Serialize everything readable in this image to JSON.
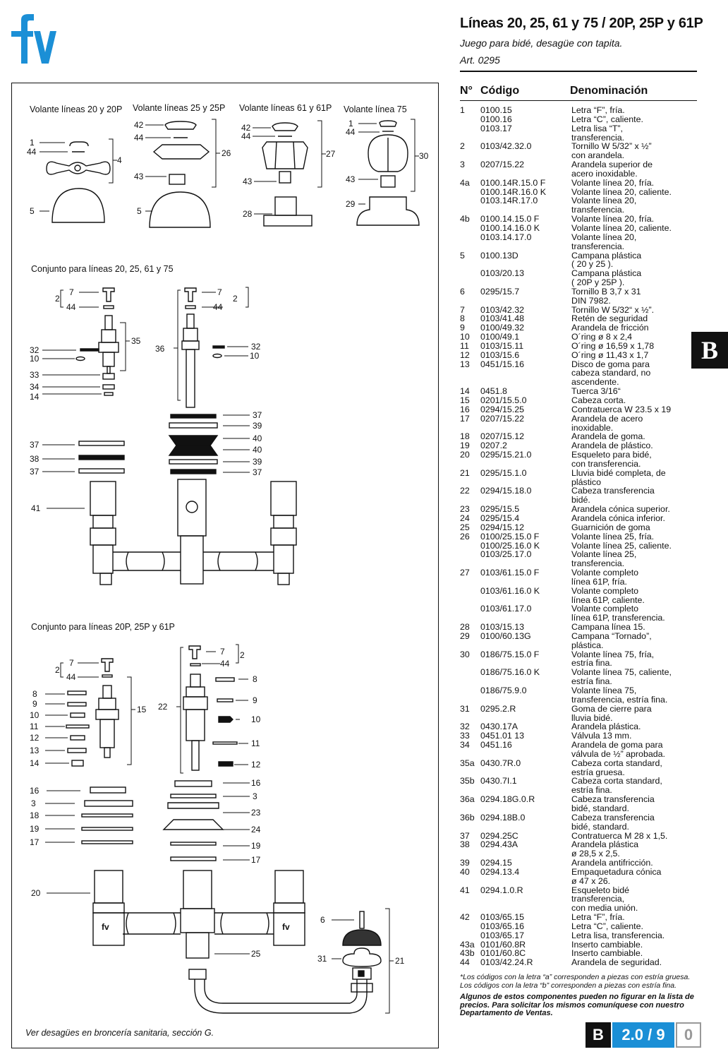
{
  "brand": {
    "logo_text": "fv",
    "color": "#1b8fd6"
  },
  "header": {
    "title": "Líneas 20, 25, 61 y 75 / 20P, 25P y 61P",
    "subtitle": "Juego para bidé, desagüe con tapita.",
    "article": "Art. 0295"
  },
  "diagram": {
    "sections": {
      "v20": "Volante líneas 20 y 20P",
      "v25": "Volante líneas 25 y 25P",
      "v61": "Volante líneas 61 y 61P",
      "v75": "Volante línea 75",
      "set1": "Conjunto para líneas 20, 25, 61 y 75",
      "set2": "Conjunto para líneas 20P, 25P y 61P"
    },
    "footer_note": "Ver desagües en broncería sanitaria, sección G."
  },
  "table": {
    "headers": [
      "N°",
      "Código",
      "Denominación"
    ],
    "rows": [
      [
        "1",
        "0100.15",
        "Letra “F”, fría."
      ],
      [
        "",
        "0100.16",
        "Letra “C”, caliente."
      ],
      [
        "",
        "0103.17",
        "Letra lisa “T”,"
      ],
      [
        "",
        "",
        "transferencia."
      ],
      [
        "2",
        "0103/42.32.0",
        "Tornillo W 5/32” x ½”"
      ],
      [
        "",
        "",
        "con arandela."
      ],
      [
        "3",
        "0207/15.22",
        "Arandela superior de"
      ],
      [
        "",
        "",
        "acero inoxidable."
      ],
      [
        "4a",
        "0100.14R.15.0 F",
        "Volante línea 20, fría."
      ],
      [
        "",
        "0100.14R.16.0 K",
        "Volante línea 20, caliente."
      ],
      [
        "",
        "0103.14R.17.0",
        "Volante línea 20,"
      ],
      [
        "",
        "",
        "transferencia."
      ],
      [
        "4b",
        "0100.14.15.0 F",
        "Volante línea 20, fría."
      ],
      [
        "",
        "0100.14.16.0 K",
        "Volante línea 20, caliente."
      ],
      [
        "",
        "0103.14.17.0",
        "Volante línea 20,"
      ],
      [
        "",
        "",
        "transferencia."
      ],
      [
        "5",
        "0100.13D",
        "Campana plástica"
      ],
      [
        "",
        "",
        "( 20 y 25 )."
      ],
      [
        "",
        "0103/20.13",
        "Campana plástica"
      ],
      [
        "",
        "",
        "( 20P y 25P )."
      ],
      [
        "6",
        "0295/15.7",
        "Tornillo B 3,7 x 31"
      ],
      [
        "",
        "",
        "DIN 7982."
      ],
      [
        "7",
        "0103/42.32",
        "Tornillo W 5/32“ x ½”."
      ],
      [
        "8",
        "0103/41.48",
        "Retén de seguridad"
      ],
      [
        "9",
        "0100/49.32",
        "Arandela de fricción"
      ],
      [
        "10",
        "0100/49.1",
        "O´ring ø 8 x 2,4"
      ],
      [
        "11",
        "0103/15.11",
        "O´ring ø 16,59 x 1,78"
      ],
      [
        "12",
        "0103/15.6",
        "O´ring ø 11,43 x 1,7"
      ],
      [
        "13",
        "0451/15.16",
        "Disco de goma para"
      ],
      [
        "",
        "",
        "cabeza standard, no"
      ],
      [
        "",
        "",
        "ascendente."
      ],
      [
        "14",
        "0451.8",
        "Tuerca 3/16“"
      ],
      [
        "15",
        "0201/15.5.0",
        "Cabeza corta."
      ],
      [
        "16",
        "0294/15.25",
        "Contratuerca W 23.5 x 19"
      ],
      [
        "17",
        "0207/15.22",
        "Arandela de acero"
      ],
      [
        "",
        "",
        "inoxidable."
      ],
      [
        "18",
        "0207/15.12",
        "Arandela de goma."
      ],
      [
        "19",
        "0207.2",
        "Arandela de plástico."
      ],
      [
        "20",
        "0295/15.21.0",
        "Esqueleto para bidé,"
      ],
      [
        "",
        "",
        "con transferencia."
      ],
      [
        "21",
        "0295/15.1.0",
        "Lluvia bidé completa, de"
      ],
      [
        "",
        "",
        "plástico"
      ],
      [
        "22",
        "0294/15.18.0",
        "Cabeza transferencia"
      ],
      [
        "",
        "",
        "bidé."
      ],
      [
        "23",
        "0295/15.5",
        "Arandela cónica superior."
      ],
      [
        "24",
        "0295/15.4",
        "Arandela cónica inferior."
      ],
      [
        "25",
        "0294/15.12",
        "Guarnición de goma"
      ],
      [
        "26",
        "0100/25.15.0 F",
        "Volante línea 25, fría."
      ],
      [
        "",
        "0100/25.16.0 K",
        "Volante línea 25, caliente."
      ],
      [
        "",
        "0103/25.17.0",
        "Volante línea 25,"
      ],
      [
        "",
        "",
        "transferencia."
      ],
      [
        "27",
        "0103/61.15.0 F",
        "Volante completo"
      ],
      [
        "",
        "",
        "línea 61P,   fría."
      ],
      [
        "",
        "0103/61.16.0 K",
        "Volante completo"
      ],
      [
        "",
        "",
        "línea 61P,   caliente."
      ],
      [
        "",
        "0103/61.17.0",
        "Volante completo"
      ],
      [
        "",
        "",
        "línea 61P,   transferencia."
      ],
      [
        "28",
        "0103/15.13",
        "Campana línea 15."
      ],
      [
        "29",
        "0100/60.13G",
        "Campana “Tornado”,"
      ],
      [
        "",
        "",
        "plástica."
      ],
      [
        "30",
        "0186/75.15.0 F",
        "Volante línea 75, fría,"
      ],
      [
        "",
        "",
        "estría fina."
      ],
      [
        "",
        "0186/75.16.0 K",
        "Volante línea 75, caliente,"
      ],
      [
        "",
        "",
        "estría fina."
      ],
      [
        "",
        "0186/75.9.0",
        "Volante línea 75,"
      ],
      [
        "",
        "",
        "transferencia, estría fina."
      ],
      [
        "31",
        "0295.2.R",
        "Goma de cierre para"
      ],
      [
        "",
        "",
        "lluvia bidé."
      ],
      [
        "32",
        "0430.17A",
        "Arandela plástica."
      ],
      [
        "33",
        "0451.01 13",
        "Válvula 13 mm."
      ],
      [
        "34",
        "0451.16",
        "Arandela de goma para"
      ],
      [
        "",
        "",
        "válvula de ½” aprobada."
      ],
      [
        "35a",
        "0430.7R.0",
        "Cabeza corta standard,"
      ],
      [
        "",
        "",
        "estría gruesa."
      ],
      [
        "35b",
        "0430.7I.1",
        "Cabeza corta standard,"
      ],
      [
        "",
        "",
        "estría fina."
      ],
      [
        "36a",
        "0294.18G.0.R",
        "    Cabeza transferencia"
      ],
      [
        "",
        "",
        "bidé, standard."
      ],
      [
        "36b",
        "0294.18B.0",
        "Cabeza transferencia"
      ],
      [
        "",
        "",
        "bidé, standard."
      ],
      [
        "37",
        "0294.25C",
        "Contratuerca M 28 x 1,5."
      ],
      [
        "38",
        "0294.43A",
        "Arandela plástica"
      ],
      [
        "",
        "",
        "ø 28,5 x 2,5."
      ],
      [
        "39",
        "0294.15",
        "Arandela antifricción."
      ],
      [
        "40",
        "0294.13.4",
        "Empaquetadura cónica"
      ],
      [
        "",
        "",
        "ø 47 x 26."
      ],
      [
        "41",
        "0294.1.0.R",
        "Esqueleto bidé"
      ],
      [
        "",
        "",
        "transferencia,"
      ],
      [
        "",
        "",
        "con media unión."
      ],
      [
        "42",
        "0103/65.15",
        "Letra “F”, fría."
      ],
      [
        "",
        "0103/65.16",
        "Letra “C”, caliente."
      ],
      [
        "",
        "0103/65.17",
        "Letra lisa, transferencia."
      ],
      [
        "43a",
        "0101/60.8R",
        "Inserto cambiable."
      ],
      [
        "43b",
        "0101/60.8C",
        "Inserto cambiable."
      ],
      [
        "44",
        "0103/42.24.R",
        "Arandela de seguridad."
      ]
    ],
    "note_letters": "*Los códigos con la letra “a” corresponden a piezas con estría gruesa. Los códigos con la letra “b” corresponden a piezas con estría fina.",
    "note_availability": "Algunos de estos componentes pueden no figurar en la lista de precios. Para solicitar los mismos comuníquese con nuestro Departamento de Ventas."
  },
  "side_tab": "B",
  "page_number": {
    "section": "B",
    "number": "2.0 / 9",
    "revision": "0"
  }
}
